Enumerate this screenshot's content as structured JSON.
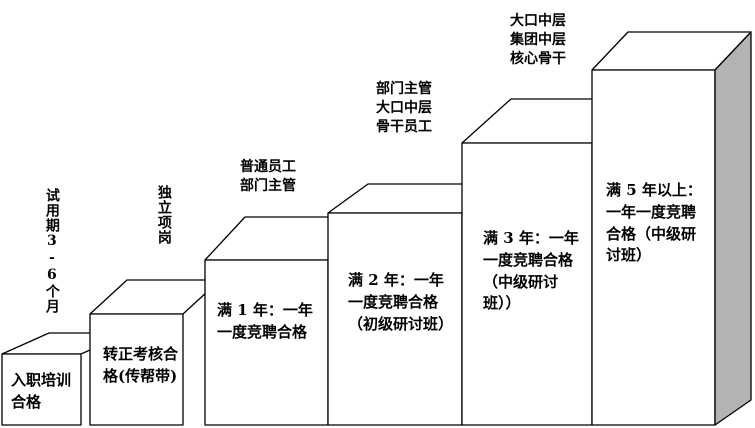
{
  "steps": [
    {
      "box_text": "入职培训合格",
      "label": "试用期3-6个月"
    },
    {
      "box_text": "转正考核合格(传帮带)",
      "label": "独立项岗"
    },
    {
      "box_text": "满 1 年：一年一度竞聘合格",
      "label": "普通员工 部门主管"
    },
    {
      "box_text": "满 2 年：一年一度竞聘合格（初级研讨班）",
      "label": "部门主管 大口中层 骨干员工"
    },
    {
      "box_text": "满 3 年：一年一度竞聘合格（中级研讨班））",
      "label": ""
    },
    {
      "box_text": "满 5 年以上：一年一度竞聘合格（中级研讨班）",
      "label": "大口中层 集团中层 核心骨干"
    }
  ]
}
